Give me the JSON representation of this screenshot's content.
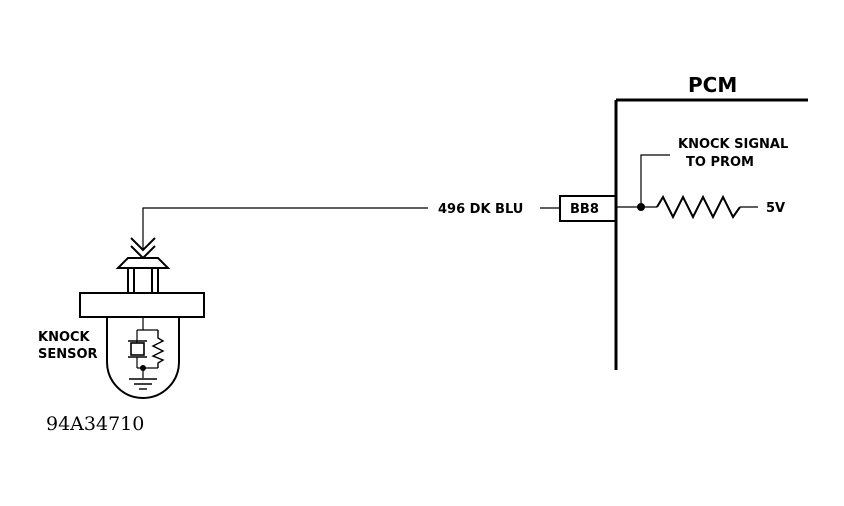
{
  "pcm": {
    "title": "PCM"
  },
  "signal": {
    "label_line1": "KNOCK SIGNAL",
    "label_line2": "TO PROM",
    "voltage": "5V"
  },
  "wire": {
    "label": "496 DK BLU",
    "connector_pin": "BB8"
  },
  "sensor": {
    "label_line1": "KNOCK",
    "label_line2": "SENSOR"
  },
  "figure": {
    "id": "94A34710"
  }
}
